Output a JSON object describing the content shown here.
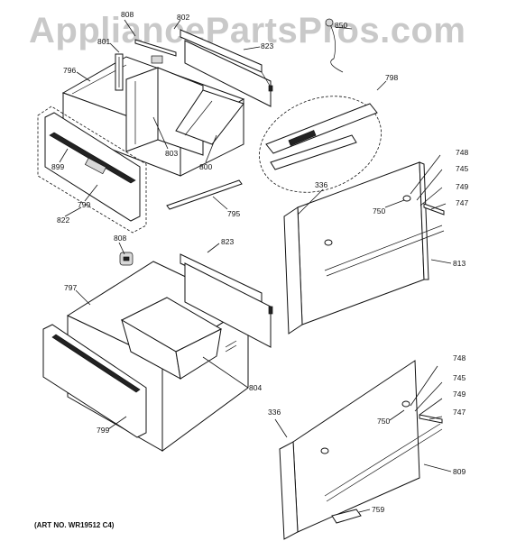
{
  "watermark": "AppliancePartsPros.com",
  "art_no": "(ART NO. WR19512 C4)",
  "callouts": {
    "c808a": "808",
    "c802": "802",
    "c801": "801",
    "c823a": "823",
    "c850": "850",
    "c796": "796",
    "c798": "798",
    "c803": "803",
    "c800": "800",
    "c899": "899",
    "c799a": "799",
    "c822": "822",
    "c795": "795",
    "c336a": "336",
    "c748a": "748",
    "c745a": "745",
    "c749a": "749",
    "c747a": "747",
    "c750a": "750",
    "c813": "813",
    "c808b": "808",
    "c823b": "823",
    "c797": "797",
    "c804": "804",
    "c799b": "799",
    "c336b": "336",
    "c748b": "748",
    "c745b": "745",
    "c749b": "749",
    "c747b": "747",
    "c750b": "750",
    "c809": "809",
    "c759": "759"
  }
}
